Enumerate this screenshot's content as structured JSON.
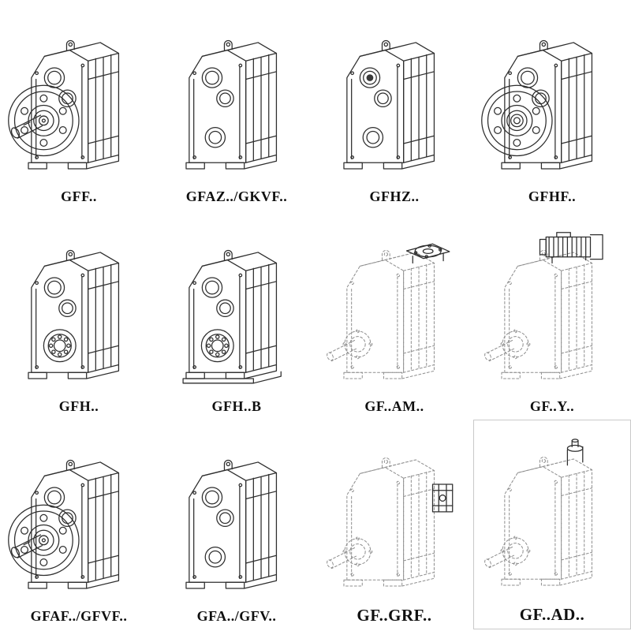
{
  "colors": {
    "background": "#ffffff",
    "line": "#2e2e2e",
    "dashed_line": "#8f8f8f",
    "label_text": "#101010"
  },
  "cells": [
    {
      "label": "GFF..",
      "variant": "flange-solid"
    },
    {
      "label": "GFAZ../GKVF..",
      "variant": "bores"
    },
    {
      "label": "GFHZ..",
      "variant": "bores-shaft"
    },
    {
      "label": "GFHF..",
      "variant": "flange-hollow"
    },
    {
      "label": "GFH..",
      "variant": "hollow"
    },
    {
      "label": "GFH..B",
      "variant": "hollow-b"
    },
    {
      "label": "GF..AM..",
      "variant": "dashed-topflange"
    },
    {
      "label": "GF..Y..",
      "variant": "dashed-motor"
    },
    {
      "label": "GFAF../GFVF..",
      "variant": "flange-solid"
    },
    {
      "label": "GFA../GFV..",
      "variant": "bores"
    },
    {
      "label": "GF..GRF..",
      "variant": "dashed-shaft"
    },
    {
      "label": "GF..AD..",
      "variant": "dashed-adapter"
    }
  ]
}
